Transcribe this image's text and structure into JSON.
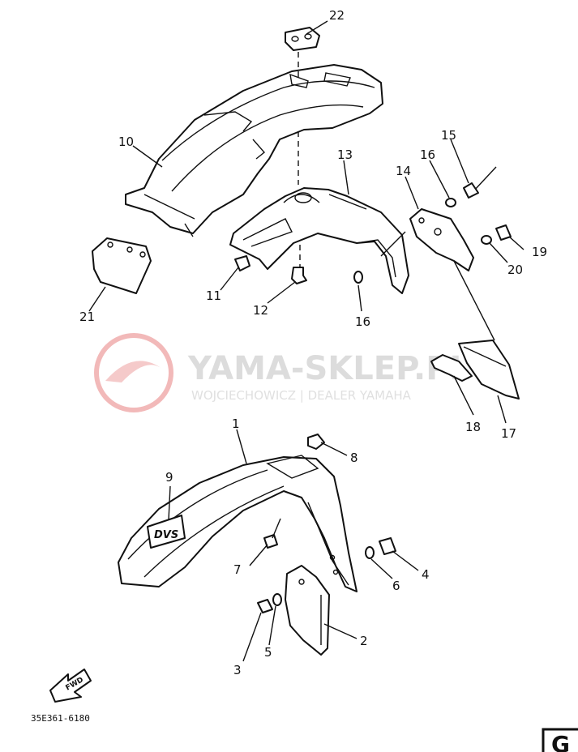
{
  "watermark": {
    "title": "YAMA-SKLEP.PL",
    "subtitle": "WOJCIECHOWICZ | DEALER YAMAHA",
    "logo_color": "#e45a5a"
  },
  "decal": {
    "text": "DVS"
  },
  "fwd_arrow": {
    "label": "FWD"
  },
  "drawing_code": "35E361-6180",
  "page_corner": "G",
  "callouts": [
    {
      "id": "22",
      "label": "22"
    },
    {
      "id": "10",
      "label": "10"
    },
    {
      "id": "13",
      "label": "13"
    },
    {
      "id": "15",
      "label": "15"
    },
    {
      "id": "16a",
      "label": "16"
    },
    {
      "id": "14",
      "label": "14"
    },
    {
      "id": "19",
      "label": "19"
    },
    {
      "id": "20",
      "label": "20"
    },
    {
      "id": "11",
      "label": "11"
    },
    {
      "id": "12",
      "label": "12"
    },
    {
      "id": "16b",
      "label": "16"
    },
    {
      "id": "21",
      "label": "21"
    },
    {
      "id": "18",
      "label": "18"
    },
    {
      "id": "17",
      "label": "17"
    },
    {
      "id": "1",
      "label": "1"
    },
    {
      "id": "8",
      "label": "8"
    },
    {
      "id": "9",
      "label": "9"
    },
    {
      "id": "7",
      "label": "7"
    },
    {
      "id": "4",
      "label": "4"
    },
    {
      "id": "6",
      "label": "6"
    },
    {
      "id": "2",
      "label": "2"
    },
    {
      "id": "3",
      "label": "3"
    },
    {
      "id": "5",
      "label": "5"
    }
  ]
}
